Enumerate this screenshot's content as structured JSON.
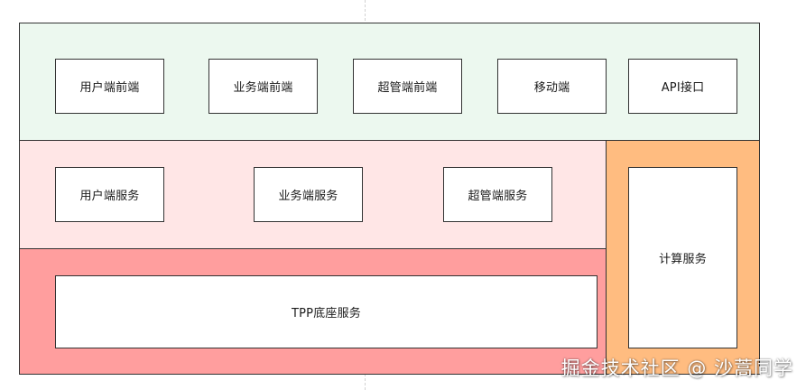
{
  "frontend_layer": {
    "items": [
      "用户端前端",
      "业务端前端",
      "超管端前端",
      "移动端",
      "API接口"
    ]
  },
  "service_layer": {
    "items": [
      "用户端服务",
      "业务端服务",
      "超管端服务"
    ]
  },
  "base_layer": {
    "label": "TPP底座服务"
  },
  "compute_layer": {
    "label": "计算服务"
  },
  "watermark": "掘金技术社区 @ 沙蒿同学",
  "colors": {
    "frontend_bg": "#ecf8ef",
    "service_bg": "#ffe6e6",
    "base_bg": "#ff9e9e",
    "compute_bg": "#ffbc80",
    "box_bg": "#ffffff",
    "border": "#333333"
  }
}
